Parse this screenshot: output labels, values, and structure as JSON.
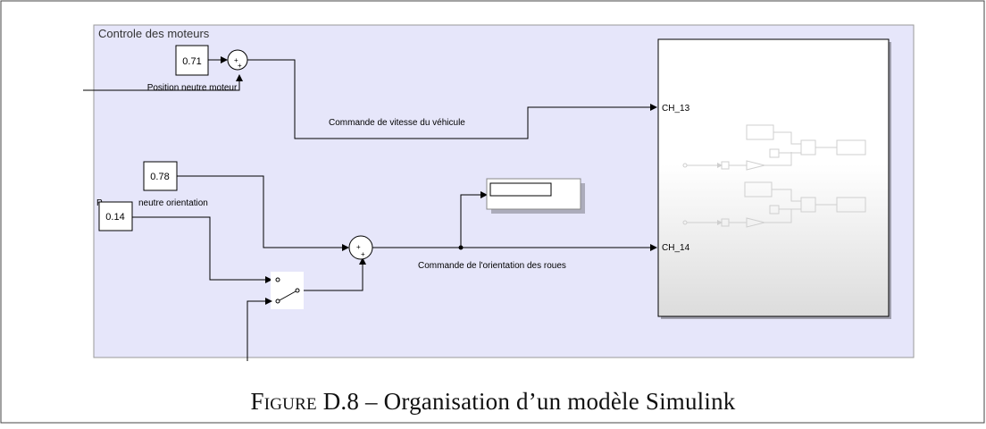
{
  "subsystem": {
    "title": "Controle des moteurs",
    "fill": "#e6e6fa",
    "border": "#9a9a9a"
  },
  "blocks": {
    "const_motor": "0.71",
    "const_orient_top": "0.78",
    "const_orient_bottom": "0.14",
    "sum_sign": "+",
    "label_motor_neutral": "Position neutre moteur",
    "label_orient_neutral_visible": "neutre orientation",
    "label_orient_neutral_prefix": "P",
    "label_speed_cmd": "Commande de vitesse du véhicule",
    "label_orient_cmd": "Commande de l'orientation des roues"
  },
  "ports": {
    "in1": "CH_13",
    "in2": "CH_14"
  },
  "caption": {
    "prefix": "Figure D.8",
    "dash": "–",
    "text": "Organisation d’un modèle Simulink"
  }
}
